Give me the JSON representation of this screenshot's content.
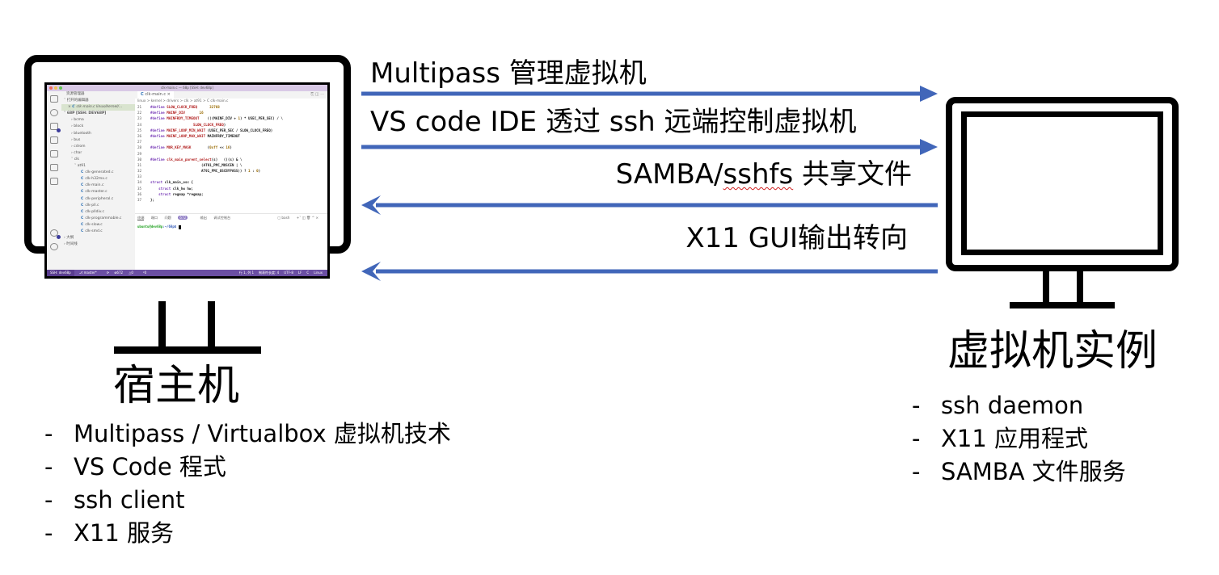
{
  "arrows": {
    "color": "#4166b9",
    "to_vm": [
      {
        "label": "Multipass 管理虚拟机",
        "direction": "right"
      },
      {
        "label": "VS code IDE 透过 ssh 远端控制虚拟机",
        "direction": "right"
      }
    ],
    "to_host": [
      {
        "label_prefix": "SAMBA/",
        "label_flagged": "sshfs",
        "label_suffix": " 共享文件",
        "direction": "left"
      },
      {
        "label": "X11 GUI输出转向",
        "direction": "left"
      }
    ]
  },
  "host": {
    "title": "宿主机",
    "items": [
      "Multipass / Virtualbox 虚拟机技术",
      "VS Code 程式",
      "ssh client",
      "X11 服务"
    ]
  },
  "vm": {
    "title": "虚拟机实例",
    "items": [
      "ssh daemon",
      "X11 应用程式",
      "SAMBA 文件服务"
    ]
  },
  "vscode": {
    "window_title": "clk-main.c — 68p [SSH: dev68p]",
    "sidebar": {
      "header": "资源管理器",
      "open_editors": "打开的编辑器",
      "open_file": "clk-main.c  linux/kernel/...",
      "workspace": "68P [SSH: DEV68P]",
      "tree": [
        "bcma",
        "block",
        "bluetooth",
        "bus",
        "cdrom",
        "char",
        "clk",
        "at91"
      ],
      "files": [
        "clk-generated.c",
        "clk-h32mx.c",
        "clk-main.c",
        "clk-master.c",
        "clk-peripheral.c",
        "clk-pll.c",
        "clk-plldiv.c",
        "clk-programmable.c",
        "clk-slow.c",
        "clk-smd.c"
      ],
      "outline": "大纲",
      "timeline": "时间线"
    },
    "tab": "clk-main.c",
    "breadcrumb": "linux > kernel > drivers > clk > at91 > C clk-main.c",
    "code": [
      {
        "n": "21",
        "t": "#define SLOW_CLOCK_FREQ      32768"
      },
      {
        "n": "22",
        "t": "#define MAINF_DIV       16"
      },
      {
        "n": "23",
        "t": "#define MAINFRDY_TIMEOUT    (((MAINF_DIV + 1) * USEC_PER_SEC) / \\"
      },
      {
        "n": "24",
        "t": "                     SLOW_CLOCK_FREQ)"
      },
      {
        "n": "25",
        "t": "#define MAINF_LOOP_MIN_WAIT (USEC_PER_SEC / SLOW_CLOCK_FREQ)"
      },
      {
        "n": "26",
        "t": "#define MAINF_LOOP_MAX_WAIT MAINFRDY_TIMEOUT"
      },
      {
        "n": "27",
        "t": ""
      },
      {
        "n": "28",
        "t": "#define MOR_KEY_MASK        (0xff << 16)"
      },
      {
        "n": "29",
        "t": ""
      },
      {
        "n": "30",
        "t": "#define clk_main_parent_select(s)   (((s) & \\"
      },
      {
        "n": "31",
        "t": "                         (AT91_PMC_MOSCEN | \\"
      },
      {
        "n": "32",
        "t": "                         AT91_PMC_OSCBYPASS)) ? 1 : 0)"
      },
      {
        "n": "33",
        "t": ""
      },
      {
        "n": "34",
        "t": "struct clk_main_osc {"
      },
      {
        "n": "35",
        "t": "    struct clk_hw hw;"
      },
      {
        "n": "36",
        "t": "    struct regmap *regmap;"
      },
      {
        "n": "37",
        "t": "};"
      }
    ],
    "panel": {
      "tabs": [
        "终端",
        "端口",
        "问题"
      ],
      "problems_count": "672",
      "tabs_after": [
        "输出",
        "调试控制台"
      ],
      "shell": "bash",
      "prompt_user": "ubuntu@dev68p",
      "prompt_path": ":~/68p$"
    },
    "status": {
      "remote": "SSH: dev68p",
      "branch": "master*",
      "errors": "672",
      "warnings": "0",
      "ports": "0",
      "position": "行 1, 列 1",
      "tab_size": "制表符长度: 4",
      "encoding": "UTF-8",
      "eol": "LF",
      "language": "C",
      "os": "Linux"
    }
  }
}
